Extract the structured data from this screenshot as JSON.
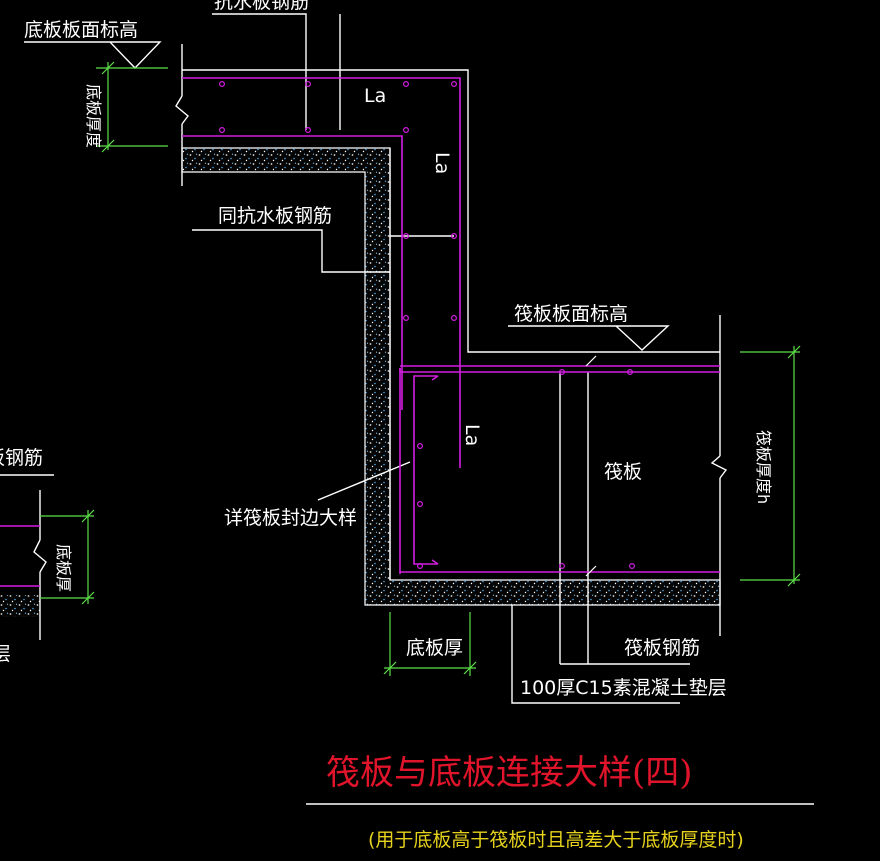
{
  "labels": {
    "bottom_slab_top_elev": "底板板面标高",
    "anti_water_rebar_top": "抗水板钢筋",
    "bottom_slab_thickness_left": "底板厚度",
    "la_top": "La",
    "la_right": "La",
    "same_anti_water_rebar": "同抗水板钢筋",
    "raft_top_elev": "筏板板面标高",
    "la_mid": "La",
    "raft_slab": "筏板",
    "raft_thickness_h": "筏板厚度h",
    "raft_edge_detail": "详筏板封边大样",
    "bottom_slab_thickness": "底板厚",
    "raft_rebar": "筏板钢筋",
    "cushion_layer": "100厚C15素混凝土垫层",
    "left_cut_rebar": "板钢筋",
    "left_cut_thick": "底板厚",
    "left_cut_char": "层"
  },
  "title": "筏板与底板连接大样(四)",
  "subtitle": "(用于底板高于筏板时且高差大于底板厚度时)",
  "colors": {
    "background": "#000000",
    "rebar": "#d21ee0",
    "outline": "#ffffff",
    "dimension": "#5ee04a",
    "concrete_dots": "#4aa8e8",
    "title": "#e0142a",
    "subtitle": "#e6d21c"
  }
}
